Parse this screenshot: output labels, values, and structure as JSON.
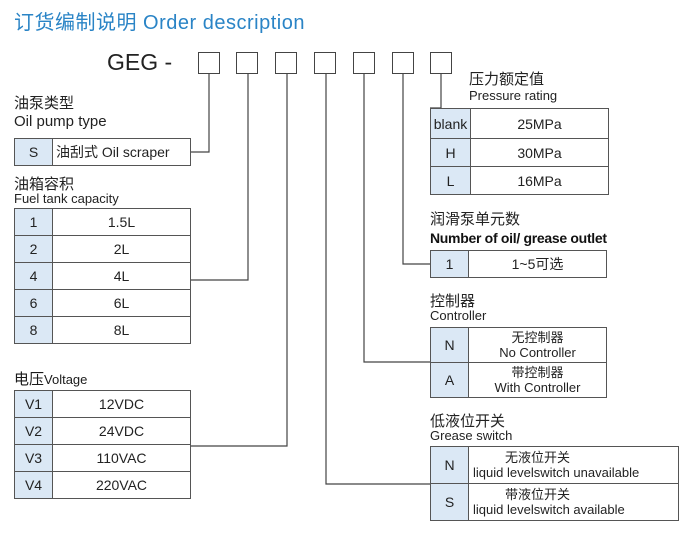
{
  "title": "订货编制说明 Order description",
  "model_prefix": "GEG -",
  "oil_pump_type": {
    "label_cn": "油泵类型",
    "label_en": "Oil pump type",
    "rows": [
      {
        "code": "S",
        "desc": "油刮式 Oil scraper"
      }
    ]
  },
  "fuel_tank": {
    "label_cn": "油箱容积",
    "label_en": "Fuel tank capacity",
    "rows": [
      {
        "code": "1",
        "value": "1.5L"
      },
      {
        "code": "2",
        "value": "2L"
      },
      {
        "code": "4",
        "value": "4L"
      },
      {
        "code": "6",
        "value": "6L"
      },
      {
        "code": "8",
        "value": "8L"
      }
    ]
  },
  "voltage": {
    "label_cn": "电压",
    "label_en": "Voltage",
    "rows": [
      {
        "code": "V1",
        "value": "12VDC"
      },
      {
        "code": "V2",
        "value": "24VDC"
      },
      {
        "code": "V3",
        "value": "110VAC"
      },
      {
        "code": "V4",
        "value": "220VAC"
      }
    ]
  },
  "pressure": {
    "label_cn": "压力额定值",
    "label_en": "Pressure rating",
    "rows": [
      {
        "code": "blank",
        "value": "25MPa"
      },
      {
        "code": "H",
        "value": "30MPa"
      },
      {
        "code": "L",
        "value": "16MPa"
      }
    ]
  },
  "outlets": {
    "label_cn": "润滑泵单元数",
    "label_en": "Number of oil/ grease outlet",
    "rows": [
      {
        "code": "1",
        "value": "1~5可选"
      }
    ]
  },
  "controller": {
    "label_cn": "控制器",
    "label_en": "Controller",
    "rows": [
      {
        "code": "N",
        "cn": "无控制器",
        "en": "No Controller"
      },
      {
        "code": "A",
        "cn": "带控制器",
        "en": "With Controller"
      }
    ]
  },
  "grease_switch": {
    "label_cn": "低液位开关",
    "label_en": "Grease switch",
    "rows": [
      {
        "code": "N",
        "cn": "无液位开关",
        "en": "liquid levelswitch unavailable"
      },
      {
        "code": "S",
        "cn": "带液位开关",
        "en": "liquid levelswitch available"
      }
    ]
  }
}
